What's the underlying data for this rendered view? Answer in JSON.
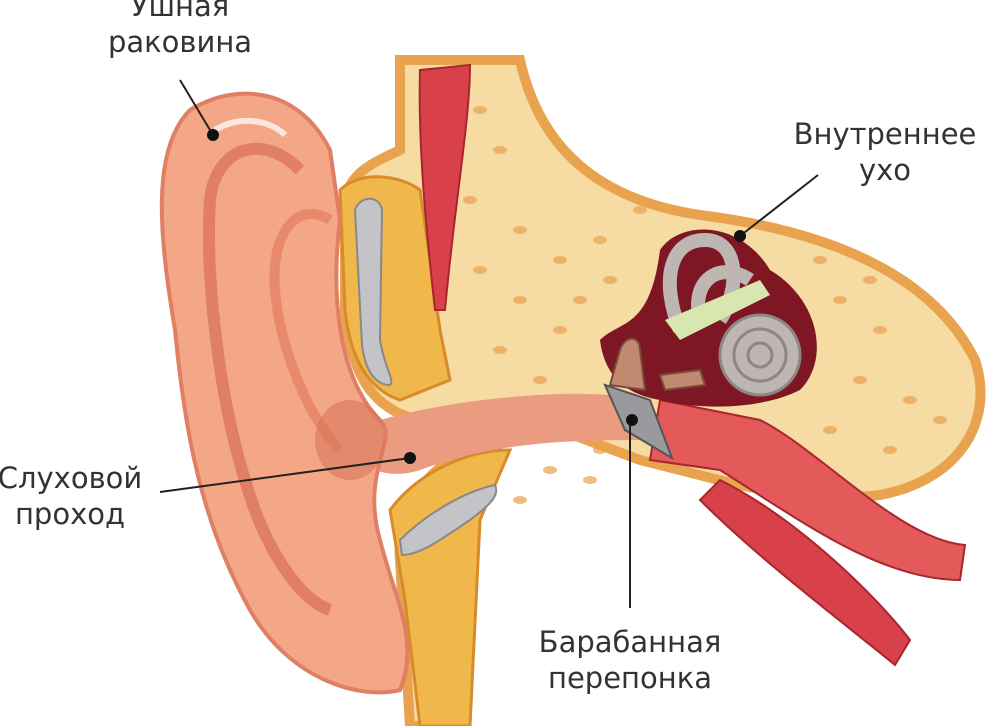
{
  "labels": {
    "pinna": "Ушная\nраковина",
    "inner_ear": "Внутреннее\nухо",
    "ear_canal": "Слуховой\nпроход",
    "eardrum": "Барабанная\nперепонка"
  },
  "colors": {
    "skin": "#f3a787",
    "skin_dark": "#e07f63",
    "bone": "#f6dba3",
    "bone_outline": "#e9a24e",
    "muscle": "#d8404a",
    "inner_ear_cavity": "#7e1623",
    "ossicle_gray": "#bdb6b3",
    "fat": "#f0b84a"
  }
}
